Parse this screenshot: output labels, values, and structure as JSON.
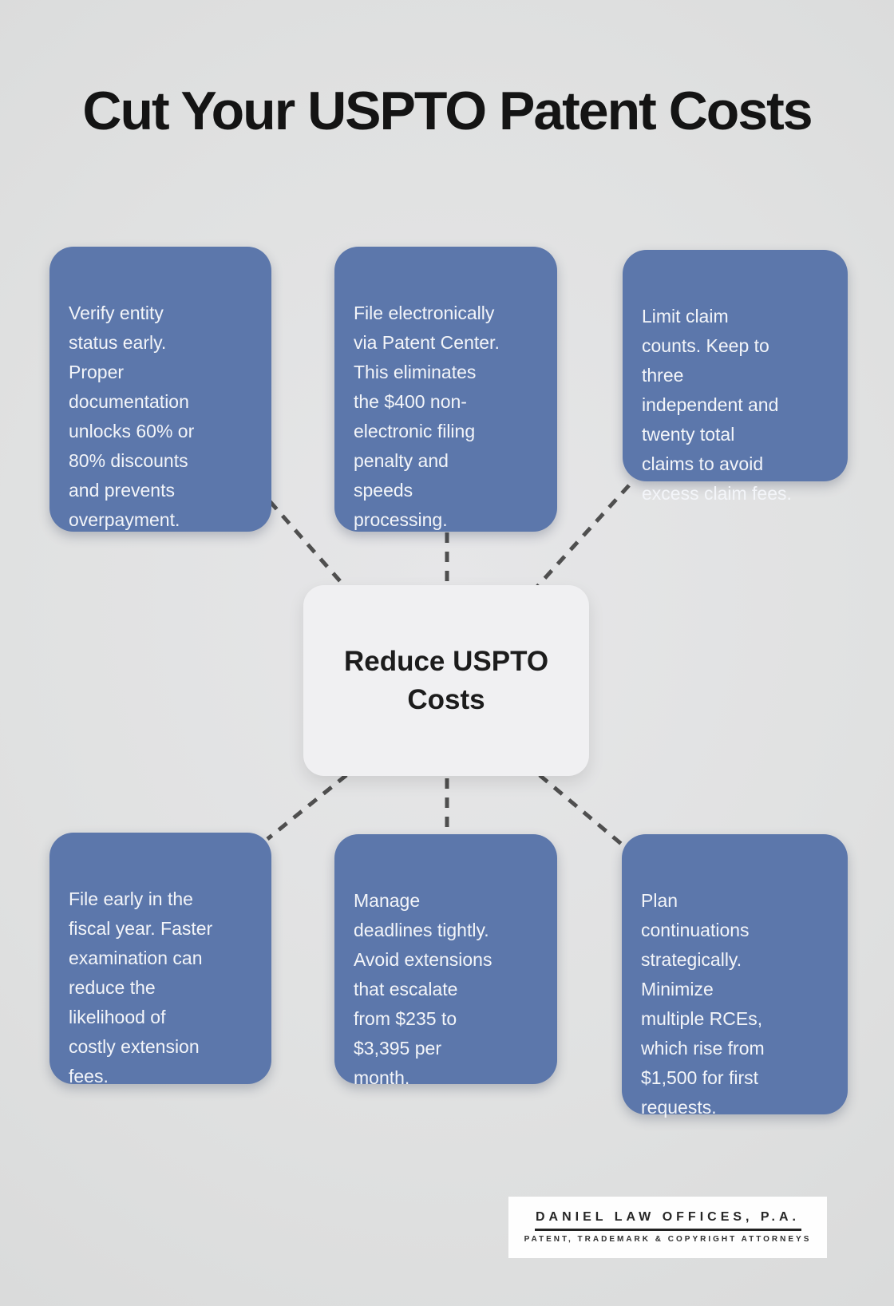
{
  "title": "Cut Your USPTO Patent Costs",
  "center_node": {
    "label": "Reduce USPTO\nCosts"
  },
  "tips": [
    {
      "position": "top-left",
      "text": "Verify entity\nstatus early.\nProper\ndocumentation\nunlocks 60% or\n80% discounts\nand prevents\noverpayment."
    },
    {
      "position": "top-center",
      "text": "File electronically\nvia Patent Center.\nThis eliminates\nthe $400 non-\nelectronic filing\npenalty and\nspeeds\nprocessing."
    },
    {
      "position": "top-right",
      "text": "Limit claim\ncounts. Keep to\nthree\nindependent and\ntwenty total\nclaims to avoid\nexcess claim fees."
    },
    {
      "position": "bottom-left",
      "text": "File early in the\nfiscal year. Faster\nexamination can\nreduce the\nlikelihood of\ncostly extension\nfees."
    },
    {
      "position": "bottom-center",
      "text": "Manage\ndeadlines tightly.\nAvoid extensions\nthat escalate\nfrom $235 to\n$3,395 per\nmonth."
    },
    {
      "position": "bottom-right",
      "text": "Plan\ncontinuations\nstrategically.\nMinimize\nmultiple RCEs,\nwhich rise from\n$1,500 for first\nrequests."
    }
  ],
  "footer_logo": {
    "name": "DANIEL LAW OFFICES, P.A.",
    "tagline": "PATENT, TRADEMARK & COPYRIGHT ATTORNEYS"
  },
  "colors": {
    "background": "#e0e1e1",
    "tip_box": "#5c77ab",
    "tip_text": "#f3f5f9",
    "center_box": "#f0f0f2",
    "center_text": "#1c1c1c",
    "connector": "#4f4f4f",
    "title_text": "#141414"
  }
}
